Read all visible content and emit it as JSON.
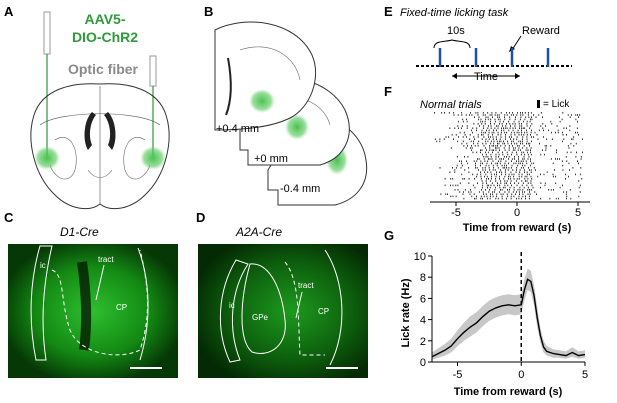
{
  "panels": {
    "a": {
      "letter": "A",
      "virus_line1": "AAV5-",
      "virus_line2": "DIO-ChR2",
      "fiber_label": "Optic fiber",
      "virus_color": "#2e9a3a",
      "fiber_color": "#8a8a8a"
    },
    "b": {
      "letter": "B",
      "sections": [
        "+0.4 mm",
        "+0 mm",
        "-0.4 mm"
      ]
    },
    "c": {
      "letter": "C",
      "genotype": "D1-Cre",
      "labels": [
        "ic",
        "tract",
        "CP"
      ]
    },
    "d": {
      "letter": "D",
      "genotype": "A2A-Cre",
      "labels": [
        "ic",
        "GPe",
        "tract",
        "CP"
      ]
    },
    "e": {
      "letter": "E",
      "title": "Fixed-time licking task",
      "interval": "10s",
      "reward_label": "Reward",
      "axis_label": "Time"
    },
    "f": {
      "letter": "F",
      "title": "Normal trials",
      "legend": "= Lick",
      "xlabel": "Time from reward (s)",
      "xticks": [
        "-5",
        "0",
        "5"
      ]
    },
    "g": {
      "letter": "G",
      "xlabel": "Time from reward (s)",
      "ylabel": "Lick rate (Hz)",
      "xticks": [
        "-5",
        "0",
        "5"
      ],
      "yticks": [
        "0",
        "2",
        "4",
        "6",
        "8",
        "10"
      ]
    }
  },
  "chart_data": [
    {
      "type": "line",
      "panel": "G",
      "xlabel": "Time from reward (s)",
      "ylabel": "Lick rate (Hz)",
      "xlim": [
        -7,
        5
      ],
      "ylim": [
        0,
        10
      ],
      "series": [
        {
          "x": [
            -7,
            -6.5,
            -6,
            -5.5,
            -5,
            -4.5,
            -4,
            -3.5,
            -3,
            -2.5,
            -2,
            -1.5,
            -1,
            -0.5,
            0,
            0.25,
            0.5,
            0.75,
            1,
            1.25,
            1.5,
            1.75,
            2,
            2.5,
            3,
            3.5,
            4,
            4.5,
            5
          ],
          "y": [
            0.5,
            0.8,
            1.1,
            1.5,
            2.2,
            2.8,
            3.3,
            3.7,
            4.3,
            4.8,
            5.1,
            5.3,
            5.4,
            5.3,
            5.4,
            6.8,
            7.8,
            7.6,
            6.3,
            4.2,
            2.5,
            1.4,
            1.0,
            0.8,
            0.7,
            0.6,
            0.9,
            0.6,
            0.7
          ],
          "y_lower": [
            0.2,
            0.4,
            0.6,
            0.9,
            1.5,
            2.0,
            2.4,
            2.8,
            3.4,
            3.9,
            4.2,
            4.4,
            4.5,
            4.4,
            4.5,
            5.8,
            6.8,
            6.6,
            5.3,
            3.3,
            1.8,
            0.9,
            0.6,
            0.4,
            0.4,
            0.3,
            0.5,
            0.3,
            0.4
          ],
          "y_upper": [
            0.9,
            1.3,
            1.7,
            2.2,
            3.0,
            3.7,
            4.3,
            4.7,
            5.3,
            5.8,
            6.1,
            6.3,
            6.4,
            6.3,
            6.4,
            7.8,
            8.8,
            8.6,
            7.3,
            5.2,
            3.2,
            2.0,
            1.5,
            1.2,
            1.1,
            1.0,
            1.4,
            1.0,
            1.1
          ]
        }
      ]
    }
  ]
}
